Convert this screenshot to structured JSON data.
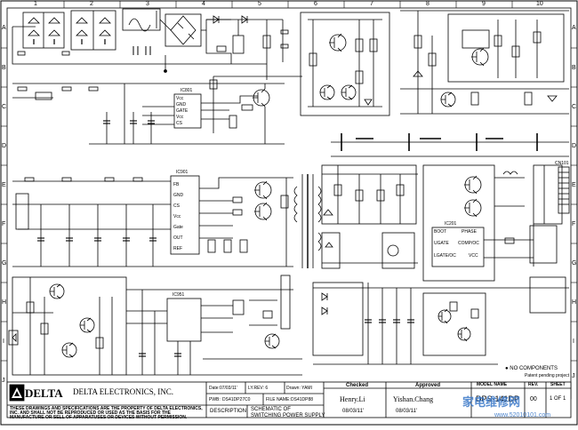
{
  "grid": {
    "columns": [
      "1",
      "2",
      "3",
      "4",
      "5",
      "6",
      "7",
      "8",
      "9",
      "10"
    ],
    "rows": [
      "A",
      "B",
      "C",
      "D",
      "E",
      "F",
      "G",
      "H",
      "I",
      "J"
    ]
  },
  "ics": {
    "ic801": "IC801",
    "ic901": "IC901",
    "ic951": "IC951",
    "ic201": "IC201",
    "cn101": "CN101"
  },
  "ic_pins": {
    "ic801": [
      "Vcc",
      "GND",
      "GATE",
      "Vcc",
      "CS"
    ],
    "ic201": [
      "FB",
      "GND",
      "CS",
      "Vcc",
      "Gate",
      "OUT",
      "REF"
    ],
    "ic_right": [
      "BOOT",
      "PHASE",
      "UGATE",
      "COMP/OC",
      "LGATE/OC",
      "VCC"
    ]
  },
  "notes": {
    "no_components": "● NO COMPONENTS",
    "patent": "Patent pending project"
  },
  "title_block": {
    "company": "DELTA ELECTRONICS, INC.",
    "logo_text": "DELTA",
    "disclaimer": "THESE DRAWINGS AND SPECIFICATIONS ARE THE PROPERTY OF DELTA ELECTRONICS, INC. AND SHALL NOT BE REPRODUCED OR USED AS THE BASIS FOR THE MANUFACTURE OR SELL OF APPARATUSES OR DEVICES WITHOUT PERMISSION.",
    "date_label": "Date:07/03/11'",
    "ly_rev": "LY.REV: 6",
    "drawn": "Drawn: YAMI",
    "pwb_label": "PWB:",
    "pwb": "DS41DP27C0",
    "file_name_label": "FILE NAME:",
    "file_name": "DS41DP88",
    "description_label": "DESCRIPTION",
    "description_line1": "SCHEMATIC OF",
    "description_line2": "SWITCHING POWER SUPPLY",
    "checked_label": "Checked",
    "checked_name": "Henry.Li",
    "checked_date": "08/03/11'",
    "approved_label": "Approved",
    "approved_name": "Yishan.Chang",
    "approved_date": "08/03/11'",
    "model_label": "MODEL NAME",
    "model": "DPS-141DP",
    "rev_label": "REV.",
    "rev": "00",
    "sheet_label": "SHEET",
    "sheet": "1 OF 1"
  },
  "watermark": {
    "cn": "家电维修网",
    "url": "www.52010101.com"
  },
  "colors": {
    "ink": "#000000",
    "watermark": "#3a78c8"
  }
}
